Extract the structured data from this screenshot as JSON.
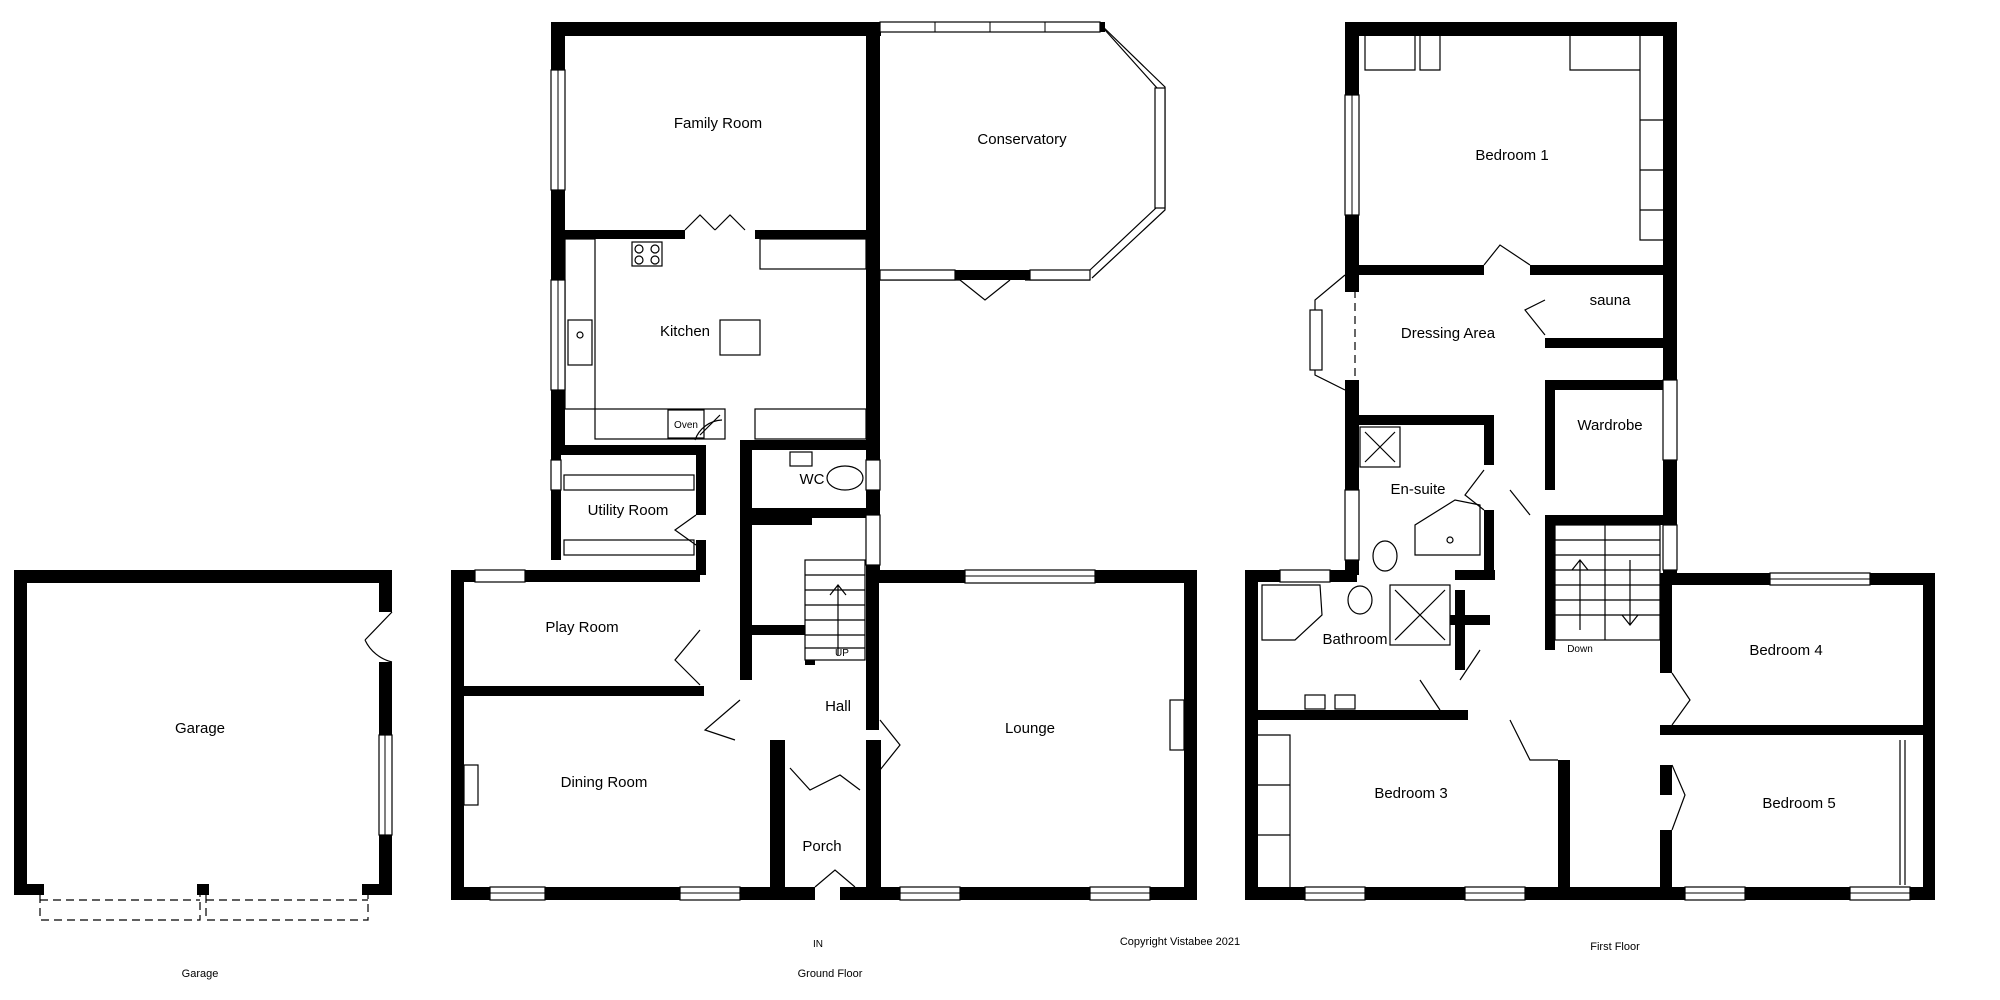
{
  "rooms": {
    "garage": "Garage",
    "family_room": "Family Room",
    "conservatory": "Conservatory",
    "kitchen": "Kitchen",
    "oven": "Oven",
    "wc": "WC",
    "utility_room": "Utility Room",
    "play_room": "Play Room",
    "hall": "Hall",
    "lounge": "Lounge",
    "dining_room": "Dining Room",
    "porch": "Porch",
    "up": "UP",
    "in": "IN",
    "bedroom_1": "Bedroom 1",
    "dressing_area": "Dressing Area",
    "sauna": "sauna",
    "wardrobe": "Wardrobe",
    "en_suite": "En-suite",
    "bathroom": "Bathroom",
    "bedroom_3": "Bedroom 3",
    "bedroom_4": "Bedroom 4",
    "bedroom_5": "Bedroom 5",
    "down": "Down"
  },
  "captions": {
    "garage": "Garage",
    "ground_floor": "Ground Floor",
    "first_floor": "First Floor",
    "copyright": "Copyright Vistabee 2021"
  },
  "colors": {
    "wall": "#000000",
    "background": "#ffffff"
  }
}
